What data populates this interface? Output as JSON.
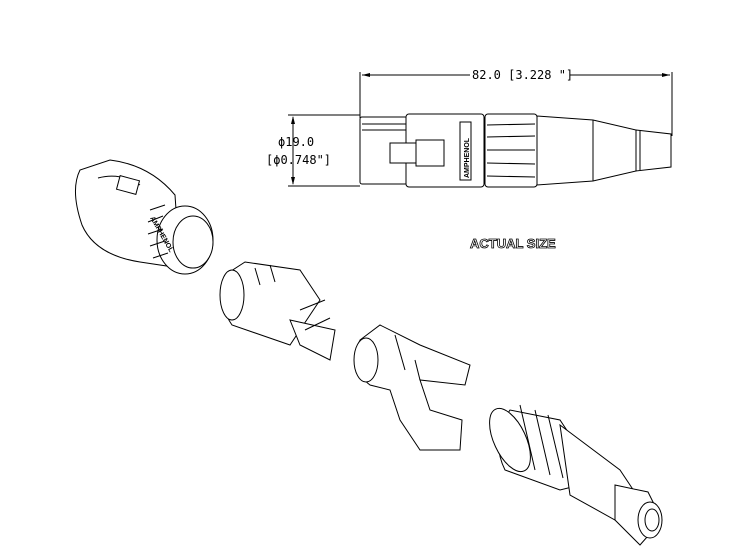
{
  "dimensions": {
    "length": "82.0  [3.228 \"]",
    "diameter_mm": "ϕ19.0",
    "diameter_in": "[ϕ0.748\"]"
  },
  "brand_label": "AMPHENOL",
  "caption": "ACTUAL SIZE"
}
